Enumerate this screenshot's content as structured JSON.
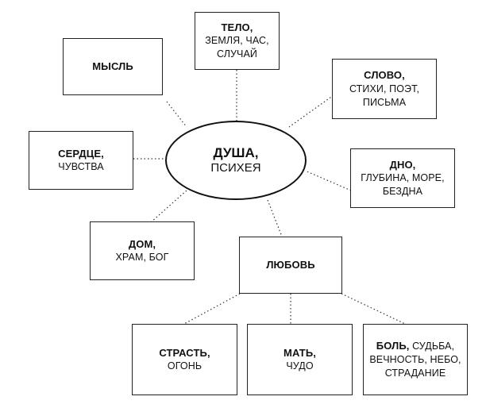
{
  "center": {
    "title": "ДУША,",
    "subtitle": "ПСИХЕЯ"
  },
  "nodes": {
    "telo": {
      "title": "ТЕЛО,",
      "line1": "ЗЕМЛЯ, ЧАС,",
      "line2": "СЛУЧАЙ"
    },
    "mysl": {
      "title": "МЫСЛЬ"
    },
    "slovo": {
      "title": "СЛОВО,",
      "line1": "СТИХИ, ПОЭТ,",
      "line2": "ПИСЬМА"
    },
    "serdce": {
      "title": "СЕРДЦЕ,",
      "line1": "ЧУВСТВА"
    },
    "dno": {
      "title": "ДНО,",
      "line1": "ГЛУБИНА, МОРЕ,",
      "line2": "БЕЗДНА"
    },
    "dom": {
      "title": "ДОМ,",
      "line1": "ХРАМ, БОГ"
    },
    "lyubov": {
      "title": "ЛЮБОВЬ"
    },
    "strast": {
      "title": "СТРАСТЬ,",
      "line1": "ОГОНЬ"
    },
    "mat": {
      "title": "МАТЬ,",
      "line1": "ЧУДО"
    },
    "bol": {
      "title": "БОЛЬ,",
      "title_rest": " СУДЬБА,",
      "line1": "ВЕЧНОСТЬ, НЕБО,",
      "line2": "СТРАДАНИЕ"
    }
  }
}
